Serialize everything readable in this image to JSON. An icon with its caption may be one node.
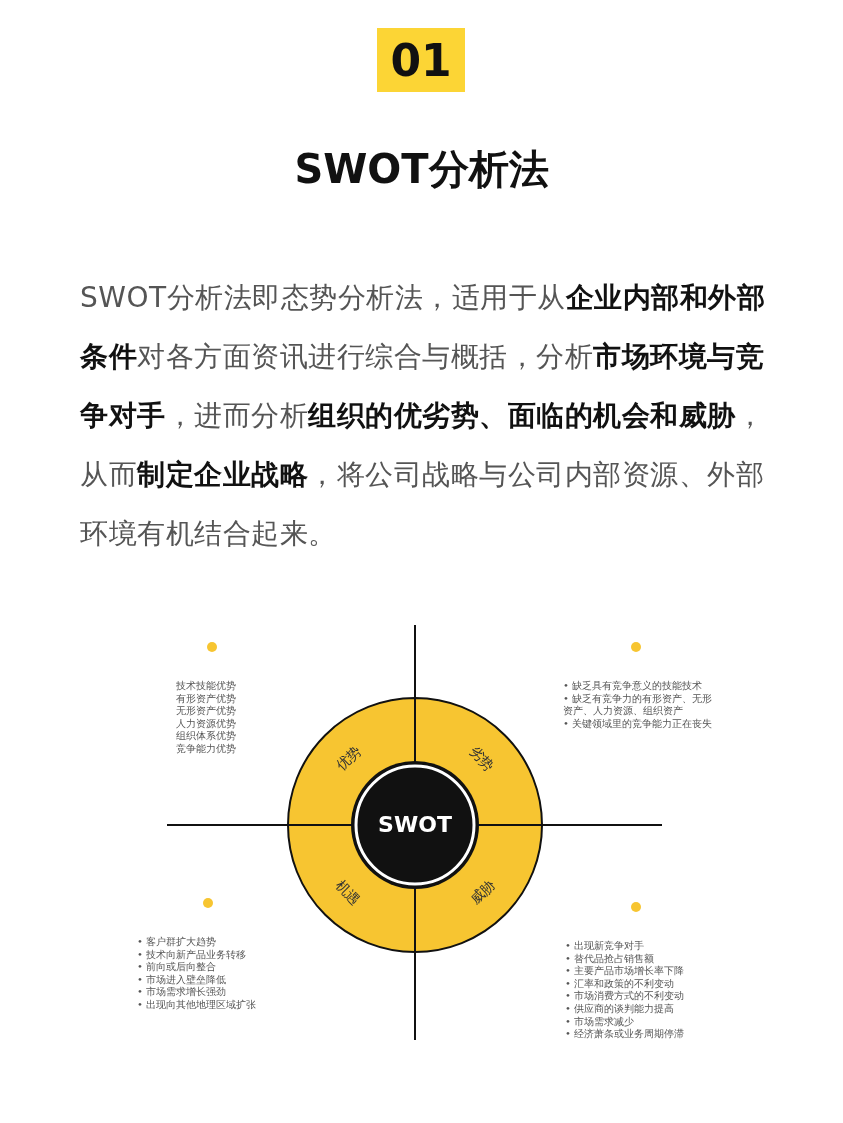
{
  "diagram": {
    "title": "SWOT分析法",
    "nodes": [
      {
        "text": [
          "01"
        ]
      },
      {
        "text": [
          "SWOT"
        ]
      },
      {
        "text": [
          "优势"
        ]
      },
      {
        "text": [
          "劣势"
        ]
      },
      {
        "text": [
          "机遇"
        ]
      },
      {
        "text": [
          "威胁"
        ]
      }
    ],
    "labels": [
      "SWOT分析法即态势分析法，适用于从**企业内部和外部条件**对各方面资讯进行综合与概括，分析**市场环境与竞争对手**，进而分析**组织的优劣势、面临的机会和威胁**，从而**制定企业战略**，将公司战略与公司内部资源、外部环境有机结合起来。",
      "技术技能优势",
      "有形资产优势",
      "无形资产优势",
      "人力资源优势",
      "组织体系优势",
      "竞争能力优势",
      "• 缺乏具有竞争意义的技能技术",
      "• 缺乏有竞争力的有形资产、无形资产、人力资源、组织资产",
      "• 关键领域里的竞争能力正在丧失",
      "• 客户群扩大趋势",
      "• 技术向新产品业务转移",
      "• 前向或后向整合",
      "• 市场进入壁垒降低",
      "• 市场需求增长强劲",
      "• 出现向其他地理区域扩张",
      "• 出现新竞争对手",
      "• 替代品抢占销售额",
      "• 主要产品市场增长率下降",
      "• 汇率和政策的不利变动",
      "• 市场消费方式的不利变动",
      "• 供应商的谈判能力提高",
      "• 市场需求减少",
      "• 经济萧条或业务周期停滞"
    ]
  }
}
